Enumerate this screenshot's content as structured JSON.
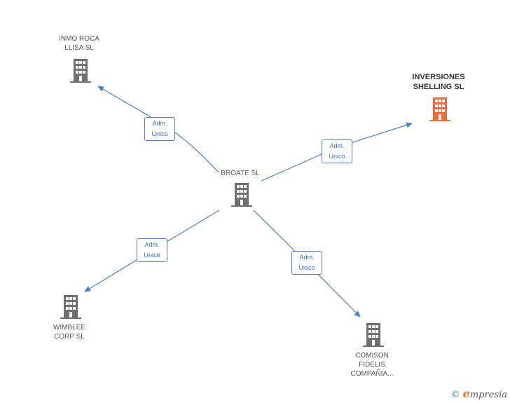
{
  "center": {
    "label": "BROATE  SL"
  },
  "nodes": [
    {
      "id": "inmo",
      "label_lines": [
        "INMO ROCA",
        "LLISA SL"
      ],
      "highlight": false
    },
    {
      "id": "inversiones",
      "label_lines": [
        "INVERSIONES",
        "SHELLING SL"
      ],
      "highlight": true
    },
    {
      "id": "wimblee",
      "label_lines": [
        "WIMBLEE",
        "CORP SL"
      ],
      "highlight": false
    },
    {
      "id": "comison",
      "label_lines": [
        "COMISON",
        "FIDELIS",
        "COMPAÑIA..."
      ],
      "highlight": false
    }
  ],
  "edges": [
    {
      "to": "inmo",
      "label_lines": [
        "Adm.",
        "Unico"
      ]
    },
    {
      "to": "inversiones",
      "label_lines": [
        "Adm.",
        "Unico"
      ]
    },
    {
      "to": "wimblee",
      "label_lines": [
        "Adm.",
        "Unico"
      ]
    },
    {
      "to": "comison",
      "label_lines": [
        "Adm.",
        "Unico"
      ]
    }
  ],
  "colors": {
    "edge": "#4a7fd0",
    "building": "#707070",
    "highlight_building": "#f26a3d"
  },
  "watermark": {
    "copyright": "©",
    "brand_initial": "e",
    "brand_rest": "mpresia"
  }
}
